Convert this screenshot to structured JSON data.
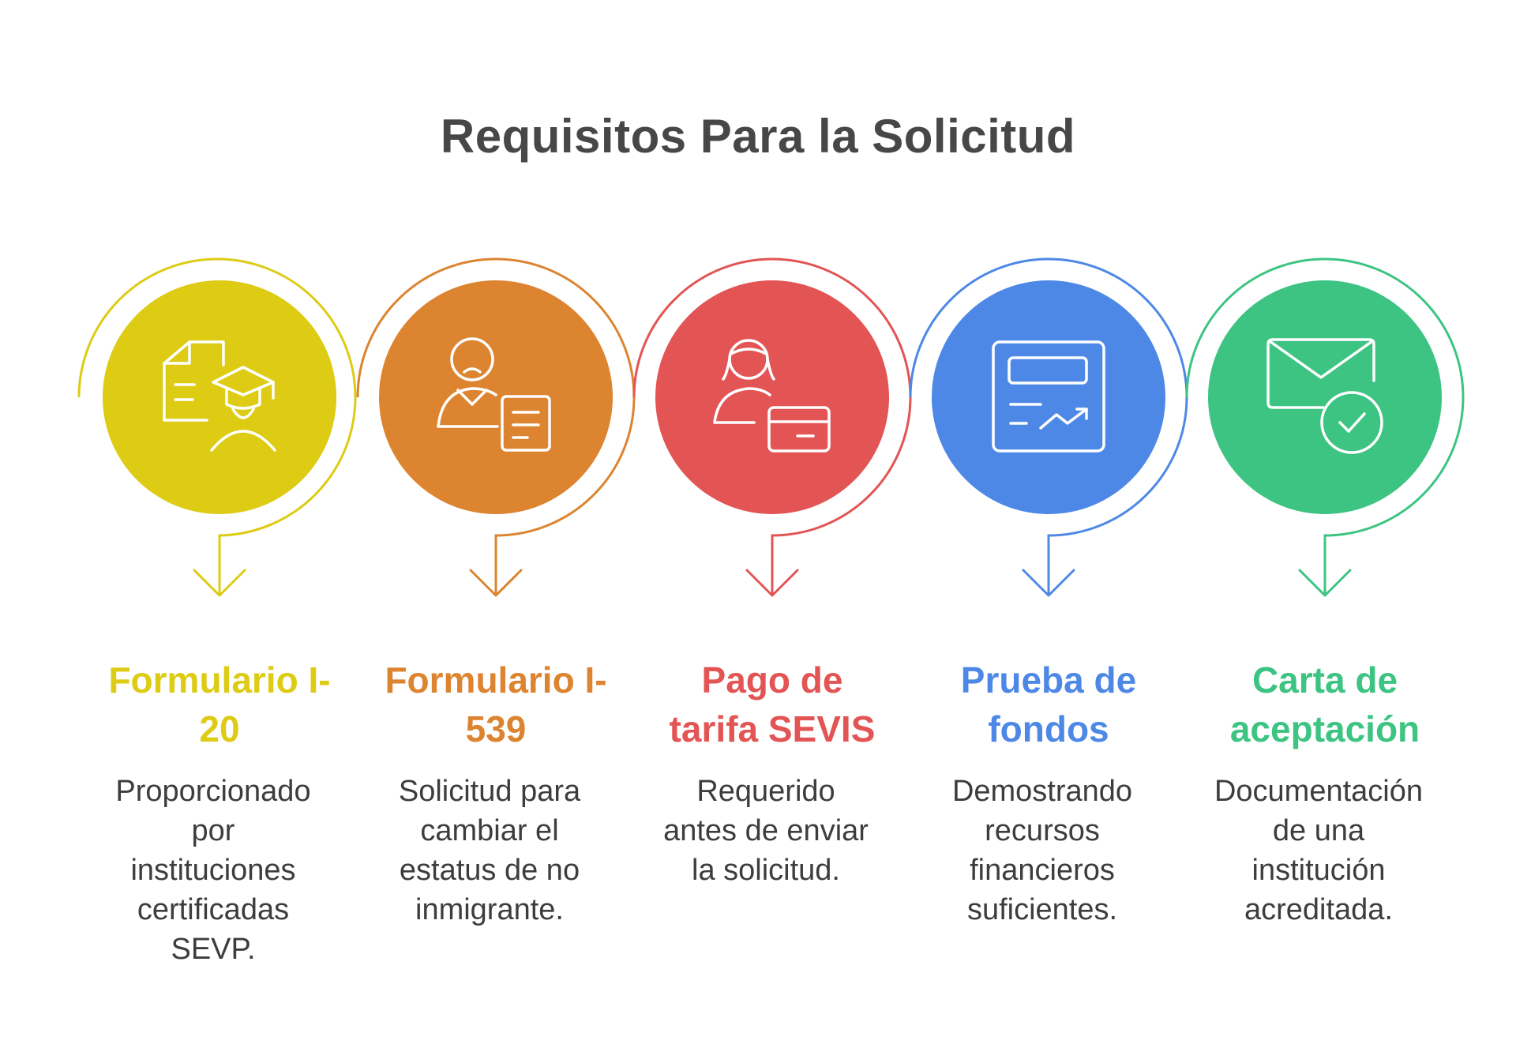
{
  "title": "Requisitos Para la Solicitud",
  "steps": [
    {
      "heading_1": "Formulario I-",
      "heading_2": "20",
      "description": [
        "Proporcionado",
        "por",
        "instituciones",
        "certificadas",
        "SEVP."
      ],
      "color": "#DDCB14",
      "icon": "document-graduate-icon"
    },
    {
      "heading_1": "Formulario I-",
      "heading_2": "539",
      "description": [
        "Solicitud para",
        "cambiar el",
        "estatus de no",
        "inmigrante."
      ],
      "color": "#DC8430",
      "icon": "person-document-icon"
    },
    {
      "heading_1": "Pago de",
      "heading_2": "tarifa SEVIS",
      "description": [
        "Requerido",
        "antes de enviar",
        "la solicitud."
      ],
      "color": "#E35454",
      "icon": "person-card-payment-icon"
    },
    {
      "heading_1": "Prueba de",
      "heading_2": "fondos",
      "description": [
        "Demostrando",
        "recursos",
        "financieros",
        "suficientes."
      ],
      "color": "#4E88E6",
      "icon": "financial-chart-icon"
    },
    {
      "heading_1": "Carta de",
      "heading_2": "aceptación",
      "description": [
        "Documentación",
        "de una",
        "institución",
        "acreditada."
      ],
      "color": "#3DC482",
      "icon": "envelope-check-icon"
    }
  ]
}
